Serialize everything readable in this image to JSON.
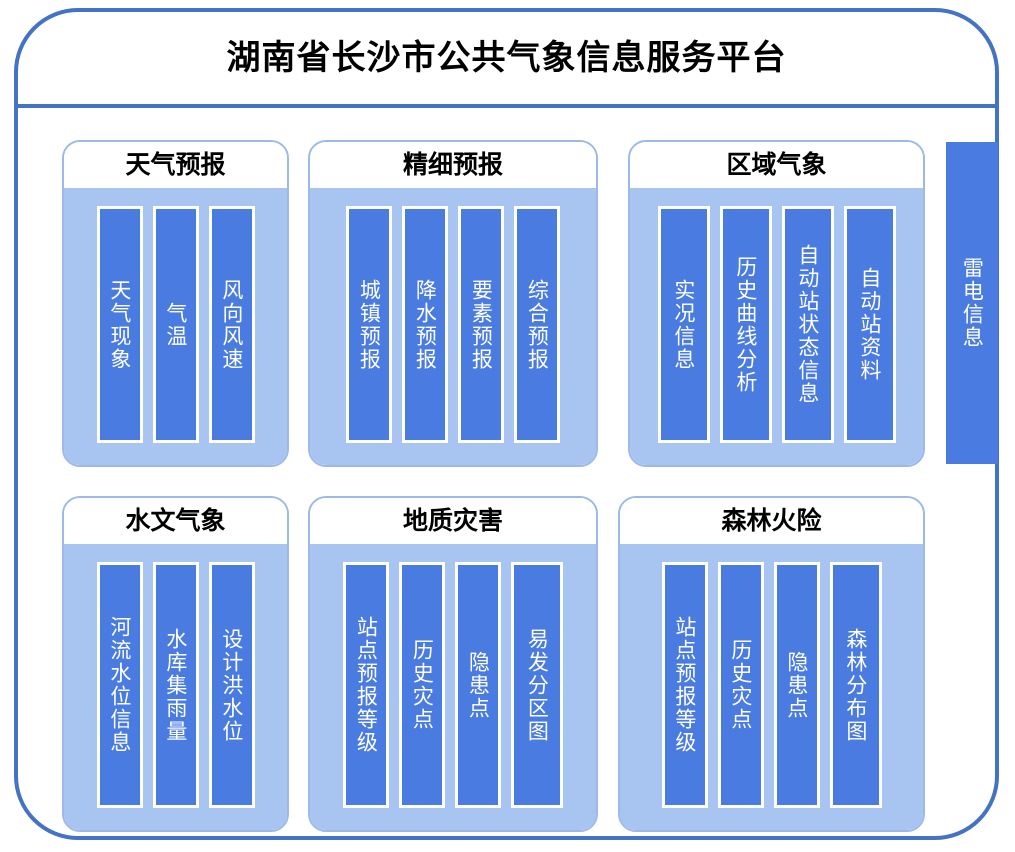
{
  "platform": {
    "title": "湖南省长沙市公共气象信息服务平台",
    "colors": {
      "frame_border": "#4472C4",
      "group_border": "#9DB9E8",
      "group_body_bg": "#A8C4F0",
      "item_bg": "#4A7BE0",
      "item_border": "#FFFFFF",
      "item_text": "#FFFFFF",
      "title_text": "#000000"
    }
  },
  "groups": [
    {
      "title": "天气预报",
      "items": [
        {
          "label": "天气现象"
        },
        {
          "label": "气温"
        },
        {
          "label": "风向风速"
        }
      ]
    },
    {
      "title": "精细预报",
      "items": [
        {
          "label": "城镇预报"
        },
        {
          "label": "降水预报"
        },
        {
          "label": "要素预报"
        },
        {
          "label": "综合预报"
        }
      ]
    },
    {
      "title": "区域气象",
      "items": [
        {
          "label": "实况信息"
        },
        {
          "label": "历史曲线分析"
        },
        {
          "label": "自动站状态信息"
        },
        {
          "label": "自动站资料"
        }
      ]
    },
    {
      "title": "水文气象",
      "items": [
        {
          "label": "河流水位信息"
        },
        {
          "label": "水库集雨量"
        },
        {
          "label": "设计洪水位"
        }
      ]
    },
    {
      "title": "地质灾害",
      "items": [
        {
          "label": "站点预报等级"
        },
        {
          "label": "历史灾点"
        },
        {
          "label": "隐患点"
        },
        {
          "label": "易发分区图"
        }
      ]
    },
    {
      "title": "森林火险",
      "items": [
        {
          "label": "站点预报等级"
        },
        {
          "label": "历史灾点"
        },
        {
          "label": "隐患点"
        },
        {
          "label": "森林分布图"
        }
      ]
    }
  ],
  "standalone": {
    "thunder": {
      "label": "雷电信息"
    }
  }
}
